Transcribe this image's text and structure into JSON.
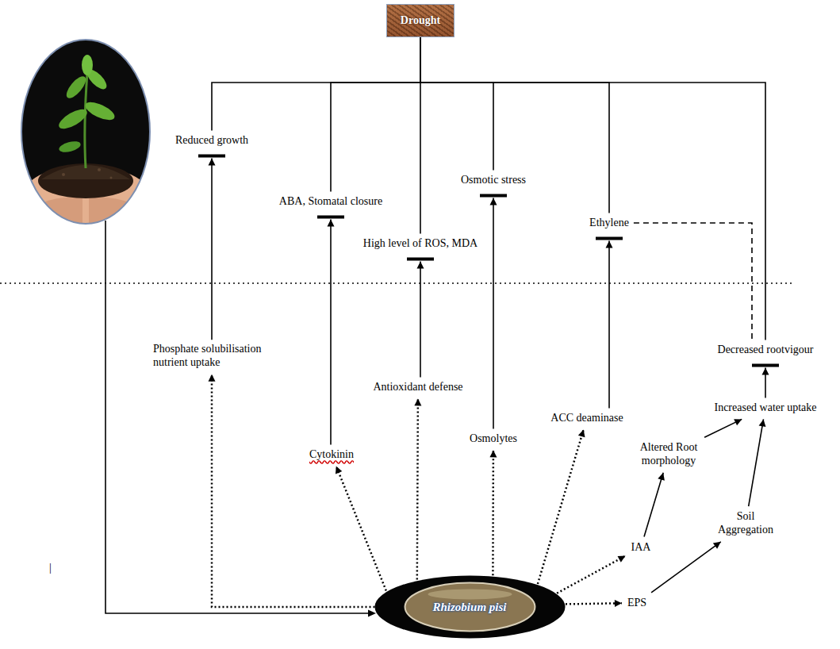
{
  "diagram": {
    "nodes": [
      {
        "text": [
          "Drought"
        ]
      },
      {
        "text": [
          "Reduced growth"
        ]
      },
      {
        "text": [
          "ABA, Stomatal closure"
        ]
      },
      {
        "text": [
          "High level of ROS, MDA"
        ]
      },
      {
        "text": [
          "Osmotic stress"
        ]
      },
      {
        "text": [
          "Ethylene"
        ]
      },
      {
        "text": [
          "Decreased rootvigour"
        ]
      },
      {
        "text": [
          "Phosphate solubilisation nutrient uptake"
        ]
      },
      {
        "text": [
          "Antioxidant defense"
        ]
      },
      {
        "text": [
          "Increased water uptake"
        ]
      },
      {
        "text": [
          "ACC deaminase"
        ]
      },
      {
        "text": [
          "Altered Root morphology"
        ]
      },
      {
        "text": [
          "Cytokinin"
        ]
      },
      {
        "text": [
          "Osmolytes"
        ]
      },
      {
        "text": [
          "Soil Aggregation"
        ]
      },
      {
        "text": [
          "IAA"
        ]
      },
      {
        "text": [
          "EPS"
        ]
      },
      {
        "text": [
          "Rhizobium pisi"
        ]
      }
    ],
    "edges": [
      {
        "from": 0,
        "to": 1,
        "arrow": "none"
      },
      {
        "from": 0,
        "to": 2,
        "arrow": "none"
      },
      {
        "from": 0,
        "to": 3,
        "arrow": "none"
      },
      {
        "from": 0,
        "to": 4,
        "arrow": "none"
      },
      {
        "from": 0,
        "to": 5,
        "arrow": "none"
      },
      {
        "from": 0,
        "to": 6,
        "arrow": "none"
      },
      {
        "from": 7,
        "to": 1,
        "arrow": "to"
      },
      {
        "from": 12,
        "to": 2,
        "arrow": "to"
      },
      {
        "from": 8,
        "to": 3,
        "arrow": "to"
      },
      {
        "from": 13,
        "to": 4,
        "arrow": "to"
      },
      {
        "from": 10,
        "to": 5,
        "arrow": "to"
      },
      {
        "from": 9,
        "to": 6,
        "arrow": "to"
      },
      {
        "from": 5,
        "to": 6,
        "arrow": "none"
      },
      {
        "from": 17,
        "to": 7,
        "arrow": "to"
      },
      {
        "from": 17,
        "to": 12,
        "arrow": "to"
      },
      {
        "from": 17,
        "to": 8,
        "arrow": "to"
      },
      {
        "from": 17,
        "to": 13,
        "arrow": "to"
      },
      {
        "from": 17,
        "to": 10,
        "arrow": "to"
      },
      {
        "from": 17,
        "to": 15,
        "arrow": "to"
      },
      {
        "from": 17,
        "to": 16,
        "arrow": "to"
      },
      {
        "from": 15,
        "to": 11,
        "arrow": "to"
      },
      {
        "from": 11,
        "to": 9,
        "arrow": "to"
      },
      {
        "from": 16,
        "to": 14,
        "arrow": "to"
      },
      {
        "from": 14,
        "to": 9,
        "arrow": "to"
      }
    ],
    "labels": [
      "|"
    ]
  }
}
